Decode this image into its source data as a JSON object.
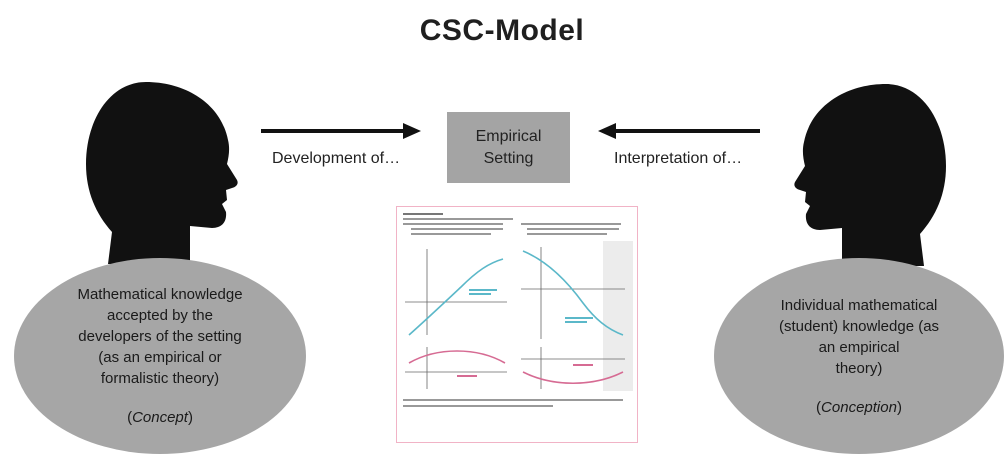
{
  "title": "CSC-Model",
  "center_box": {
    "line1": "Empirical",
    "line2": "Setting"
  },
  "arrows": {
    "left_label": "Development of…",
    "right_label": "Interpretation of…"
  },
  "left_ellipse": {
    "lines": [
      "Mathematical knowledge",
      "accepted by the",
      "developers of the setting",
      "(as an empirical or",
      "formalistic theory)"
    ],
    "term": "Concept"
  },
  "right_ellipse": {
    "lines": [
      "Individual mathematical",
      "(student) knowledge (as",
      "an empirical",
      "theory)"
    ],
    "term": "Conception"
  },
  "colors": {
    "head": "#111111",
    "box": "#a4a4a4",
    "ellipse": "#a6a6a6",
    "curve_blue": "#5bb8c9",
    "curve_pink": "#d66b93",
    "doc_border": "#f1b3c6"
  },
  "icons": {
    "left_head": "head-silhouette-icon",
    "right_head": "head-silhouette-icon",
    "left_arrow": "arrow-right-icon",
    "right_arrow": "arrow-left-icon"
  }
}
